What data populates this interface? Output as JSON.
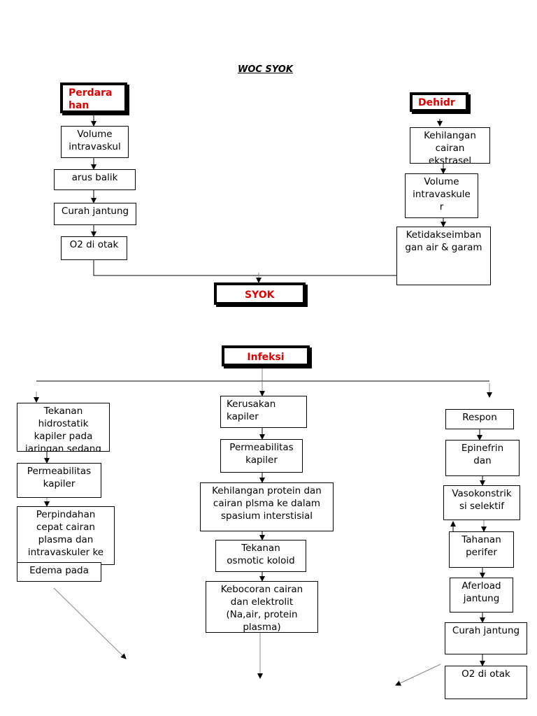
{
  "title": "WOC SYOK",
  "perdarahan": "Perdara\nhan",
  "dehidrasi": "Dehidr",
  "syok": "SYOK",
  "infeksi": "Infeksi",
  "left_chain": [
    "Volume\nintravaskul",
    "arus balik",
    "Curah jantung",
    "O2 di otak"
  ],
  "right_chain": [
    "Kehilangan\ncairan\nekstrasel",
    "Volume\nintravaskule\nr",
    "Ketidakseimban\ngan air & garam"
  ],
  "col1": [
    "Tekanan\nhidrostatik\nkapiler pada\njaringan sedang",
    "Permeabilitas\nkapiler",
    "Perpindahan\ncepat cairan\nplasma dan\nintravaskuler ke",
    "Edema pada"
  ],
  "col2": [
    "Kerusakan\nkapiler",
    "Permeabilitas\nkapiler",
    "Kehilangan protein dan\ncairan plsma ke dalam\nspasium interstisial",
    "Tekanan\nosmotic koloid",
    "Kebocoran cairan\ndan elektrolit\n(Na,air, protein\nplasma)"
  ],
  "col3": [
    "Respon",
    "Epinefrin\ndan",
    "Vasokonstrik\nsi selektif",
    "Tahanan\nperifer",
    "Aferload\njantung",
    "Curah jantung",
    "O2 di otak"
  ]
}
